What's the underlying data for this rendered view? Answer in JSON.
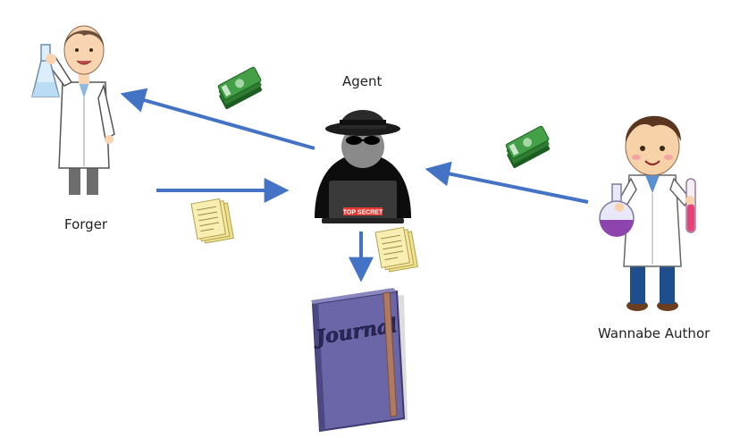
{
  "actors": {
    "forger": {
      "label": "Forger"
    },
    "agent": {
      "label": "Agent",
      "laptop_text": "TOP SECRET"
    },
    "author": {
      "label": "Wannabe Author"
    }
  },
  "journal": {
    "cover_text": "Journal"
  },
  "colors": {
    "arrow": "#4472c4",
    "money": "#2e7d32",
    "paper": "#f2e59a",
    "journal": "#6b66a8",
    "strap": "#b07a60",
    "agent": "#111111",
    "badge": "#e53935"
  }
}
